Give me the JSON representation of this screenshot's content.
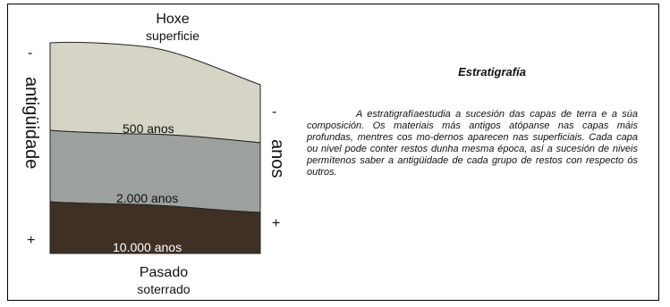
{
  "diagram": {
    "top": {
      "title": "Hoxe",
      "subtitle": "superficie"
    },
    "bottom": {
      "title": "Pasado",
      "subtitle": "soterrado"
    },
    "left_axis": {
      "top_sign": "-",
      "label": "antigüidade",
      "bottom_sign": "+"
    },
    "right_axis": {
      "top_sign": "-",
      "label": "anos",
      "bottom_sign": "+"
    },
    "layers": [
      {
        "label": "500 anos",
        "color": "#d5d4c6",
        "text_color": "#111111"
      },
      {
        "label": "2.000 anos",
        "color": "#9da19e",
        "text_color": "#111111"
      },
      {
        "label": "10.000 anos",
        "color": "#3f3026",
        "text_color": "#ffffff"
      }
    ]
  },
  "info": {
    "title": "Estratigrafía",
    "body": "A estratigrafíaestudia a sucesión das capas de terra e a súa composición. Os materiais más antigos atópanse nas capas máis profundas, mentres cos mo-dernos aparecen nas superficiais. Cada capa ou nivel pode conter restos dunha mesma época, así a sucesión de niveis permítenos saber a antigüidade de cada grupo de restos con respecto ós outros."
  }
}
